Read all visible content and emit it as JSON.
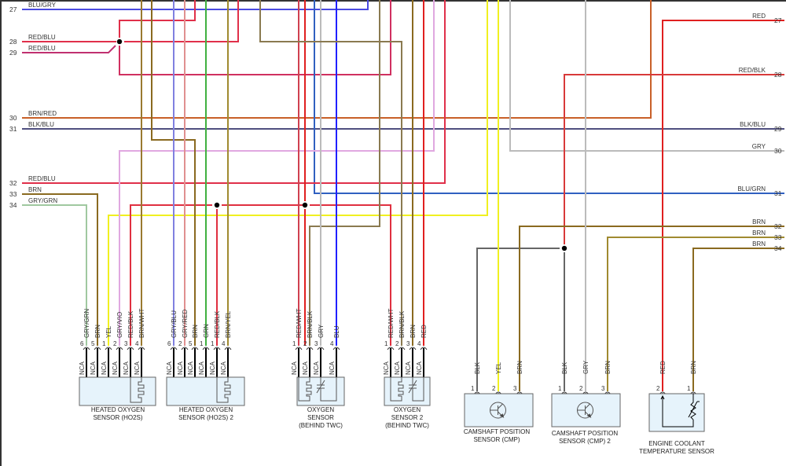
{
  "diagram": {
    "type": "automotive wiring diagram",
    "left_connector": {
      "pins": [
        {
          "pin": "27",
          "wire": "BLU/GRY",
          "color": "#4a4ae0"
        },
        {
          "pin": "28",
          "wire": "RED/BLU",
          "color": "#e0304a"
        },
        {
          "pin": "29",
          "wire": "RED/BLU",
          "color": "#c03070"
        },
        {
          "pin": "30",
          "wire": "BRN/RED",
          "color": "#c86028"
        },
        {
          "pin": "31",
          "wire": "BLK/BLU",
          "color": "#505080"
        },
        {
          "pin": "32",
          "wire": "RED/BLU",
          "color": "#e0304a"
        },
        {
          "pin": "33",
          "wire": "BRN",
          "color": "#8a6a20"
        },
        {
          "pin": "34",
          "wire": "GRY/GRN",
          "color": "#90c090"
        }
      ]
    },
    "right_connector": {
      "pins": [
        {
          "pin": "27",
          "wire": "RED",
          "color": "#e02020"
        },
        {
          "pin": "28",
          "wire": "RED/BLK",
          "color": "#e02020"
        },
        {
          "pin": "29",
          "wire": "BLK/BLU",
          "color": "#505080"
        },
        {
          "pin": "30",
          "wire": "GRY",
          "color": "#b8b8b8"
        },
        {
          "pin": "31",
          "wire": "BLU/GRN",
          "color": "#3060c0"
        },
        {
          "pin": "32",
          "wire": "BRN",
          "color": "#8a6a20"
        },
        {
          "pin": "33",
          "wire": "BRN",
          "color": "#8a6a20"
        },
        {
          "pin": "34",
          "wire": "BRN",
          "color": "#8a6a20"
        }
      ]
    },
    "components": [
      {
        "id": "ho2s",
        "name_line1": "HEATED OXYGEN",
        "name_line2": "SENSOR (HO2S)",
        "name_line3": "",
        "pins": [
          {
            "pin": "6",
            "wire": "GRY/GRN",
            "nca": "NCA"
          },
          {
            "pin": "5",
            "wire": "BRN",
            "nca": "NCA"
          },
          {
            "pin": "1",
            "wire": "YEL",
            "nca": "NCA"
          },
          {
            "pin": "2",
            "wire": "GRY/VIO",
            "nca": "NCA"
          },
          {
            "pin": "3",
            "wire": "RED/BLK",
            "nca": "NCA"
          },
          {
            "pin": "4",
            "wire": "BRN/WHT",
            "nca": "NCA"
          }
        ]
      },
      {
        "id": "ho2s2",
        "name_line1": "HEATED OXYGEN",
        "name_line2": "SENSOR (HO2S) 2",
        "name_line3": "",
        "pins": [
          {
            "pin": "6",
            "wire": "GRY/BLU",
            "nca": "NCA"
          },
          {
            "pin": "2",
            "wire": "GRY/RED",
            "nca": "NCA"
          },
          {
            "pin": "5",
            "wire": "BRN",
            "nca": "NCA"
          },
          {
            "pin": "1",
            "wire": "GRN",
            "nca": "NCA"
          },
          {
            "pin": "1",
            "wire": "RED/BLK",
            "nca": "NCA"
          },
          {
            "pin": "4",
            "wire": "BRN/YEL",
            "nca": "NCA"
          }
        ]
      },
      {
        "id": "o2s",
        "name_line1": "OXYGEN",
        "name_line2": "SENSOR",
        "name_line3": "(BEHIND TWC)",
        "pins": [
          {
            "pin": "1",
            "wire": "RED/WHT",
            "nca": "NCA"
          },
          {
            "pin": "2",
            "wire": "BRN/BLK",
            "nca": "NCA"
          },
          {
            "pin": "3",
            "wire": "GRY",
            "nca": "NCA"
          },
          {
            "pin": "4",
            "wire": "BLU",
            "nca": "NCA"
          }
        ]
      },
      {
        "id": "o2s2",
        "name_line1": "OXYGEN",
        "name_line2": "SENSOR 2",
        "name_line3": "(BEHIND TWC)",
        "pins": [
          {
            "pin": "1",
            "wire": "RED/WHT",
            "nca": "NCA"
          },
          {
            "pin": "2",
            "wire": "BRN/BLK",
            "nca": "NCA"
          },
          {
            "pin": "3",
            "wire": "BRN",
            "nca": "NCA"
          },
          {
            "pin": "4",
            "wire": "RED",
            "nca": "NCA"
          }
        ]
      },
      {
        "id": "cmp",
        "name_line1": "CAMSHAFT POSITION",
        "name_line2": "SENSOR (CMP)",
        "name_line3": "",
        "pins": [
          {
            "pin": "1",
            "wire": "BLK"
          },
          {
            "pin": "2",
            "wire": "YEL"
          },
          {
            "pin": "3",
            "wire": "BRN"
          }
        ]
      },
      {
        "id": "cmp2",
        "name_line1": "CAMSHAFT POSITION",
        "name_line2": "SENSOR (CMP) 2",
        "name_line3": "",
        "pins": [
          {
            "pin": "1",
            "wire": "BLK"
          },
          {
            "pin": "2",
            "wire": "GRY"
          },
          {
            "pin": "3",
            "wire": "BRN"
          }
        ]
      },
      {
        "id": "ect",
        "name_line1": "ENGINE COOLANT",
        "name_line2": "TEMPERATURE SENSOR",
        "name_line3": "",
        "pins": [
          {
            "pin": "2",
            "wire": "RED"
          },
          {
            "pin": "1",
            "wire": "BRN"
          }
        ]
      }
    ],
    "wire_colors": {
      "RED": "#e02020",
      "RED/BLU": "#e0304a",
      "RED/BLK": "#e03040",
      "RED/WHT": "#e04050",
      "BRN": "#8a6a20",
      "BRN/RED": "#c86028",
      "BRN/BLK": "#8a7a50",
      "BRN/WHT": "#9a7a30",
      "BRN/YEL": "#a08a30",
      "BLU": "#2020ff",
      "BLU/GRY": "#4a4ae0",
      "BLU/GRN": "#3060c0",
      "BLK": "#666666",
      "BLK/BLU": "#505080",
      "GRY": "#bbbbbb",
      "GRY/GRN": "#a0c8a0",
      "GRY/VIO": "#e0a8e0",
      "GRY/BLU": "#8080e0",
      "GRY/RED": "#e09090",
      "GRN": "#40b040",
      "YEL": "#f0f020"
    }
  }
}
